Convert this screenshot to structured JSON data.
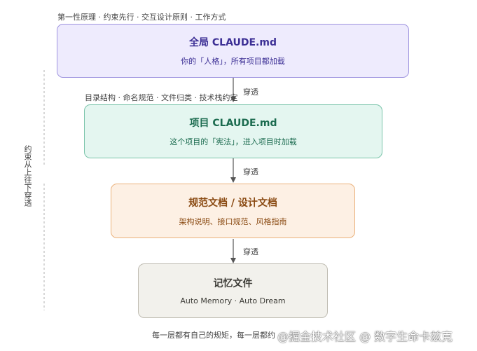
{
  "colors": {
    "global_fill": "#eeebfd",
    "global_border": "#9f94df",
    "global_text": "#3c2f95",
    "project_fill": "#e4f6f0",
    "project_border": "#7ac4aa",
    "project_text": "#1b6b4f",
    "spec_fill": "#fdf0e4",
    "spec_border": "#ebb27c",
    "spec_text": "#8a4a12",
    "memory_fill": "#f2f1ec",
    "memory_border": "#bfbcb2",
    "memory_text": "#3d3c37"
  },
  "captions": {
    "global": "第一性原理 · 约束先行 · 交互设计原则 · 工作方式",
    "project": "目录结构 · 命名规范 · 文件归类 · 技术栈约定"
  },
  "boxes": {
    "global": {
      "title": "全局 CLAUDE.md",
      "subtitle": "你的「人格」，所有项目都加载"
    },
    "project": {
      "title": "项目 CLAUDE.md",
      "subtitle": "这个项目的「宪法」，进入项目时加载"
    },
    "spec": {
      "title": "规范文档 / 设计文档",
      "subtitle": "架构说明、接口规范、风格指南"
    },
    "memory": {
      "title": "记忆文件",
      "subtitle": "Auto Memory · Auto Dream"
    }
  },
  "arrows": {
    "label_1": "穿透",
    "label_2": "穿透",
    "label_3": "穿透"
  },
  "side_label": "约束从上往下穿透",
  "footer": "每一层都有自己的规矩，每一层都约",
  "watermark": "@掘金技术社区 @ 数字生命卡兹克"
}
